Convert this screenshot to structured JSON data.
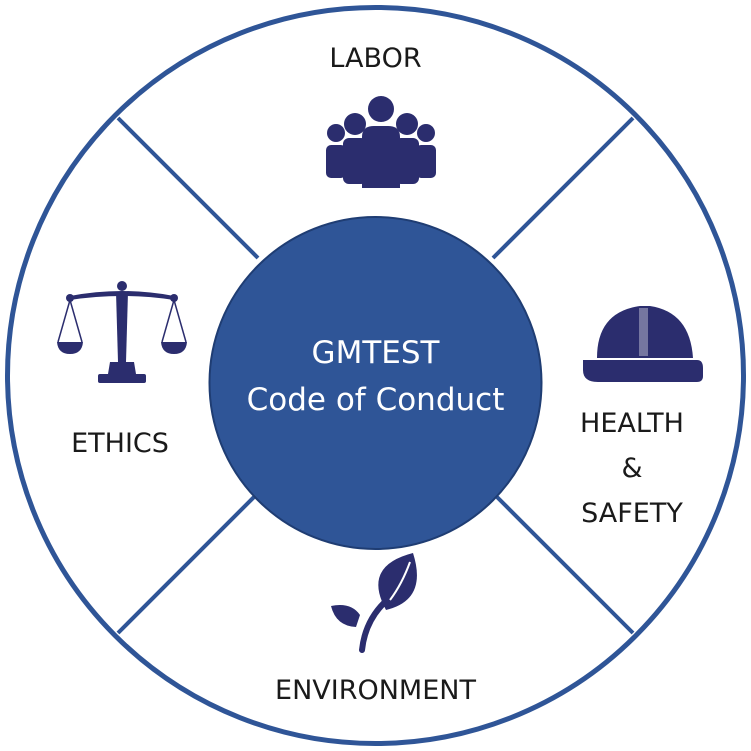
{
  "center": {
    "line1": "GMTEST",
    "line2": "Code of Conduct"
  },
  "segments": {
    "labor": {
      "label": "LABOR",
      "icon": "people-group-icon"
    },
    "health_safety": {
      "line1": "HEALTH",
      "line2": "&",
      "line3": "SAFETY",
      "icon": "hard-hat-icon"
    },
    "environment": {
      "label": "ENVIRONMENT",
      "icon": "leaf-sprout-icon"
    },
    "ethics": {
      "label": "ETHICS",
      "icon": "scales-of-justice-icon"
    }
  },
  "colors": {
    "primary": "#2f5597",
    "icon": "#2b2d6e",
    "text": "#1a1a1a",
    "background": "#ffffff"
  }
}
